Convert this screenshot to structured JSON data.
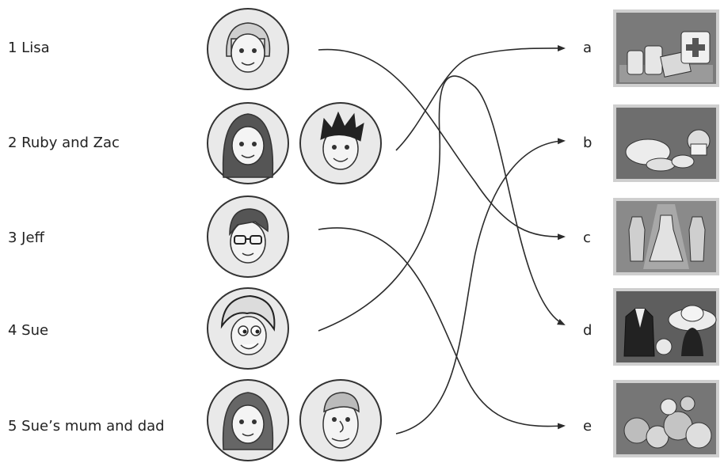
{
  "people": [
    {
      "number": "1",
      "label": "1  Lisa",
      "avatars": [
        "girl-bob-hair-icon"
      ]
    },
    {
      "number": "2",
      "label": "2  Ruby and Zac",
      "avatars": [
        "girl-long-hair-icon",
        "boy-spiky-hair-icon"
      ]
    },
    {
      "number": "3",
      "label": "3  Jeff",
      "avatars": [
        "boy-glasses-icon"
      ]
    },
    {
      "number": "4",
      "label": "4  Sue",
      "avatars": [
        "girl-curly-hair-icon"
      ]
    },
    {
      "number": "5",
      "label": "5  Sue’s mum and dad",
      "avatars": [
        "mum-icon",
        "dad-icon"
      ]
    }
  ],
  "shops": [
    {
      "letter": "a",
      "icon": "pharmacy-icon"
    },
    {
      "letter": "b",
      "icon": "bakery-icon"
    },
    {
      "letter": "c",
      "icon": "clothes-shop-icon"
    },
    {
      "letter": "d",
      "icon": "accessories-shop-icon"
    },
    {
      "letter": "e",
      "icon": "greengrocer-icon"
    }
  ],
  "matches": [
    {
      "from": "1",
      "to": "c"
    },
    {
      "from": "2",
      "to": "a"
    },
    {
      "from": "3",
      "to": "e"
    },
    {
      "from": "4",
      "to": "d"
    },
    {
      "from": "5",
      "to": "b"
    }
  ],
  "colors": {
    "line": "#2b2b2b",
    "avatar_fill": "#e9e9e9",
    "shop_fill": "#7a7a7a",
    "shop_border": "#cfcfcf"
  }
}
